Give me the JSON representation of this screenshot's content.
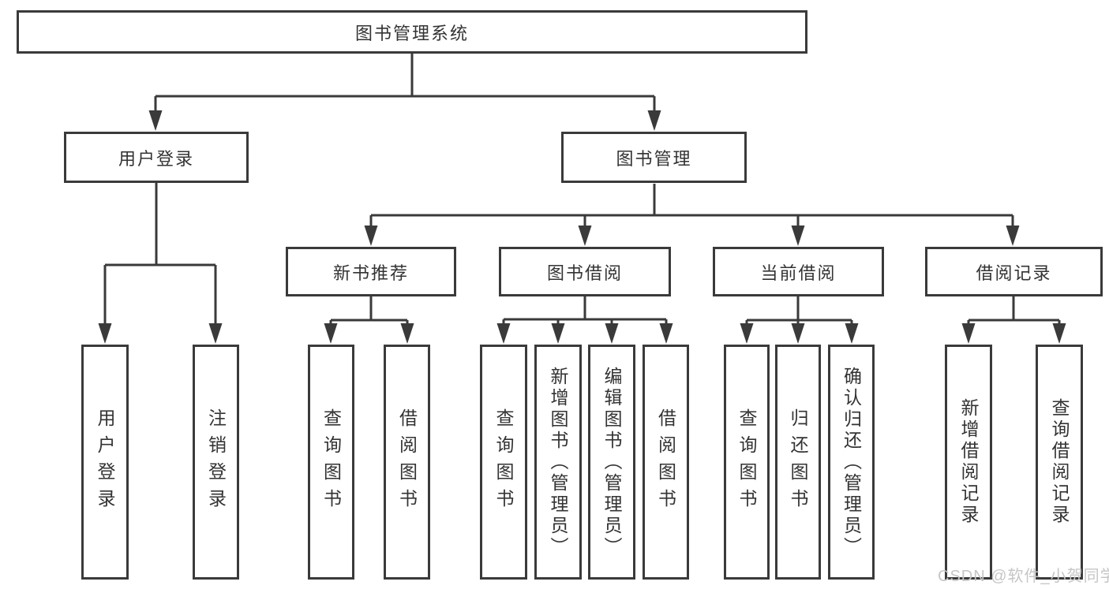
{
  "diagram": {
    "title": "图书管理系统",
    "nodes": {
      "root": "图书管理系统",
      "level2": {
        "user_login": "用户登录",
        "book_mgmt": "图书管理"
      },
      "level3": {
        "new_book": "新书推荐",
        "borrowing": "图书借阅",
        "current": "当前借阅",
        "records": "借阅记录"
      },
      "leaves": {
        "ul_login": "用户登录",
        "ul_logout": "注销登录",
        "nb_query": "查询图书",
        "nb_borrow": "借阅图书",
        "bb_query": "查询图书",
        "bb_add": "新增图书（管理员）",
        "bb_edit": "编辑图书（管理员）",
        "bb_borrow": "借阅图书",
        "cb_query": "查询图书",
        "cb_return": "归还图书",
        "cb_confirm": "确认归还（管理员）",
        "br_add": "新增借阅记录",
        "br_query": "查询借阅记录"
      }
    },
    "colors": {
      "line": "#3a3a3a",
      "box_border": "#3a3a3a",
      "box_fill": "#ffffff",
      "text": "#333333",
      "watermark": "#c6c6c6"
    },
    "watermark": "CSDN @软件_小贺同学"
  }
}
